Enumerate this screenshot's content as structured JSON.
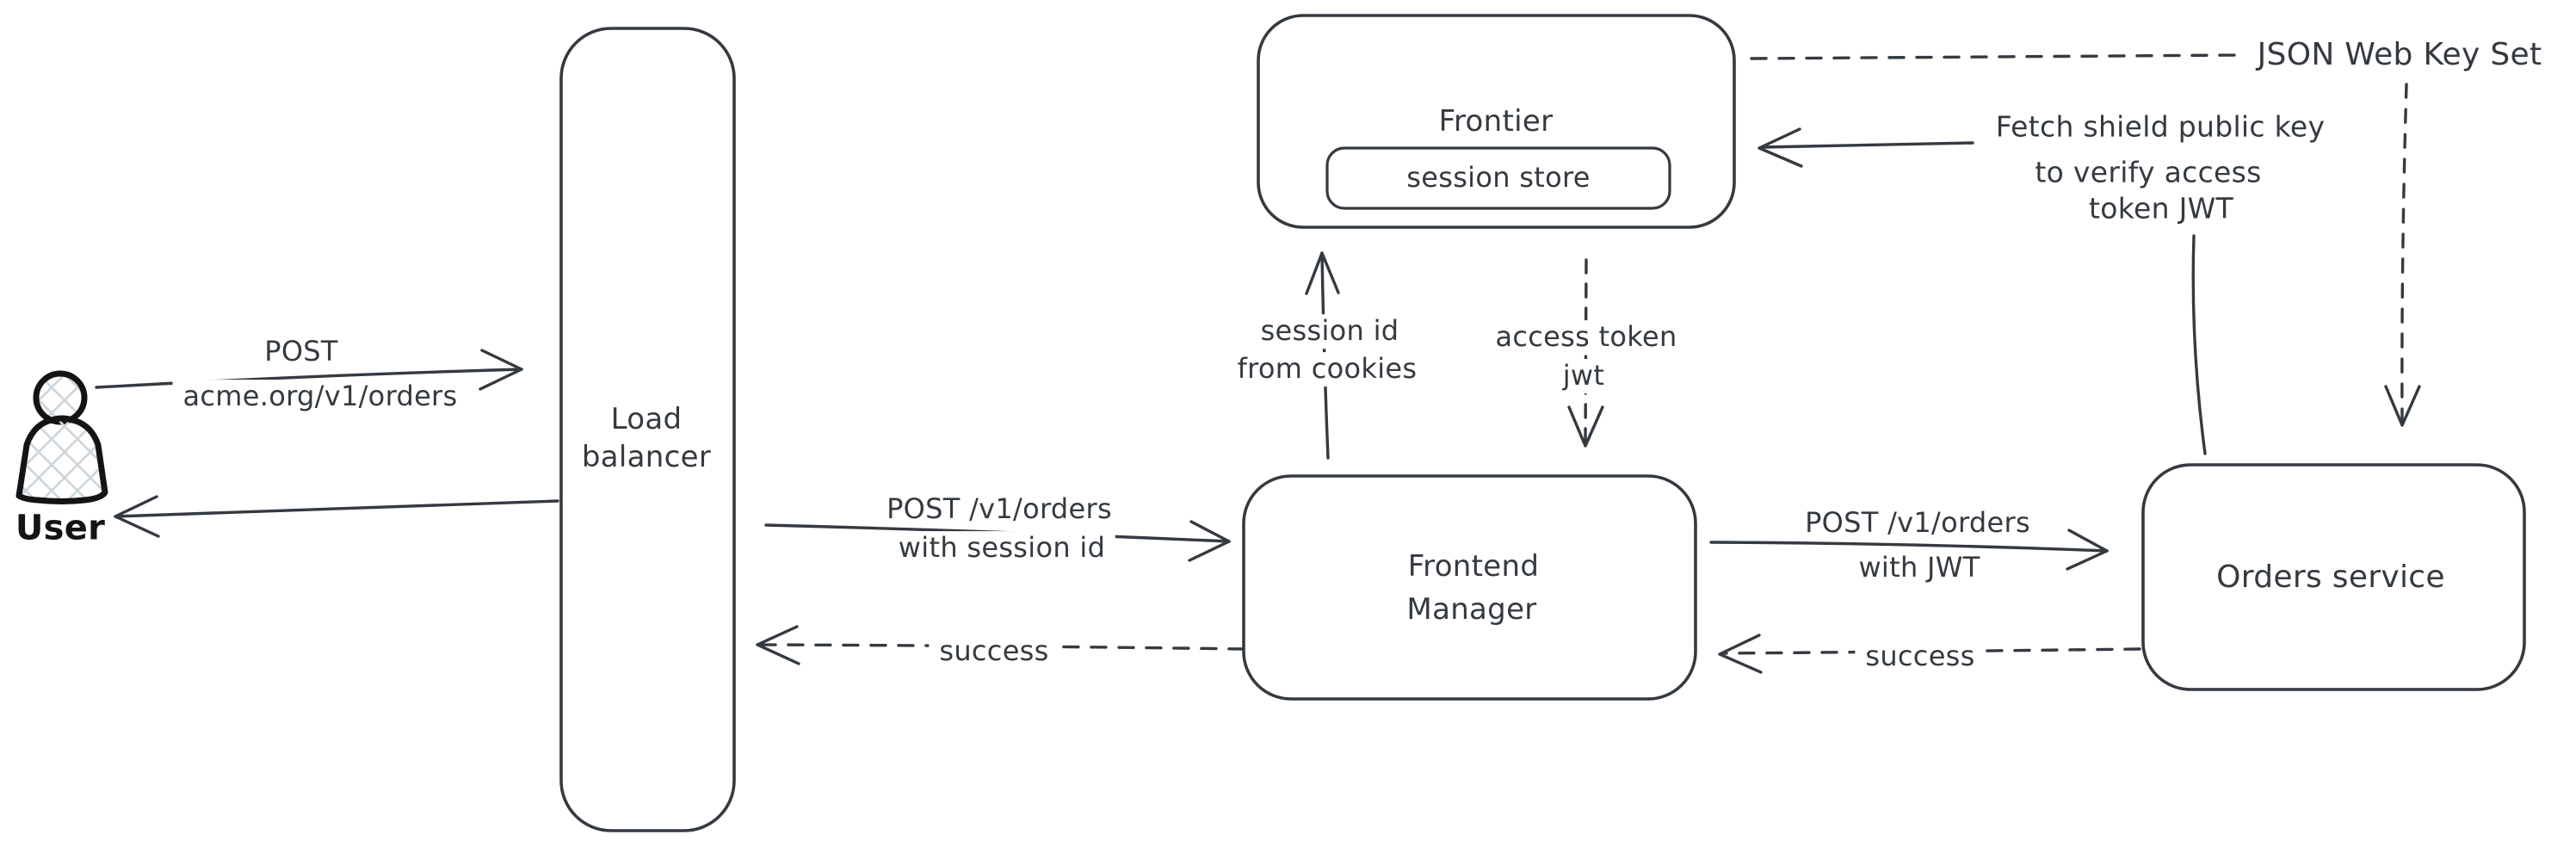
{
  "diagram": {
    "title": "Session to JWT auth flow (hand-drawn architecture diagram)",
    "colors": {
      "background": "#ffffff",
      "stroke": "#343a40",
      "user_stroke": "#141414",
      "crosshatch_fill": "#ccd5db"
    },
    "nodes": {
      "user": {
        "label": "User"
      },
      "load_balancer": {
        "label_line1": "Load",
        "label_line2": "balancer"
      },
      "frontier": {
        "label": "Frontier",
        "session_store": {
          "label": "session store"
        }
      },
      "frontend_manager": {
        "label_line1": "Frontend",
        "label_line2": "Manager"
      },
      "orders_service": {
        "label": "Orders service"
      }
    },
    "edges": {
      "user_to_lb": {
        "style": "solid",
        "label_line1": "POST",
        "label_line2": "acme.org/v1/orders"
      },
      "lb_to_user": {
        "style": "solid",
        "label": ""
      },
      "lb_to_fm": {
        "style": "solid",
        "label_line1": "POST /v1/orders",
        "label_line2": "with session id"
      },
      "fm_to_lb_success": {
        "style": "dashed",
        "label": "success"
      },
      "fm_to_frontier": {
        "style": "solid",
        "label_line1": "session id",
        "label_line2": "from cookies"
      },
      "frontier_to_fm": {
        "style": "dashed",
        "label_line1": "access token",
        "label_line2": "jwt"
      },
      "fm_to_orders": {
        "style": "solid",
        "label_line1": "POST /v1/orders",
        "label_line2": "with JWT"
      },
      "orders_to_fm_success": {
        "style": "dashed",
        "label": "success"
      },
      "jwks_to_frontier": {
        "style": "dashed",
        "label": "JSON Web Key Set"
      },
      "jwks_down_to_orders": {
        "style": "dashed",
        "label": ""
      },
      "orders_to_frontier": {
        "style": "solid",
        "label_line1": "Fetch shield public key",
        "label_line2": "to verify access",
        "label_line3": "token JWT"
      }
    }
  }
}
